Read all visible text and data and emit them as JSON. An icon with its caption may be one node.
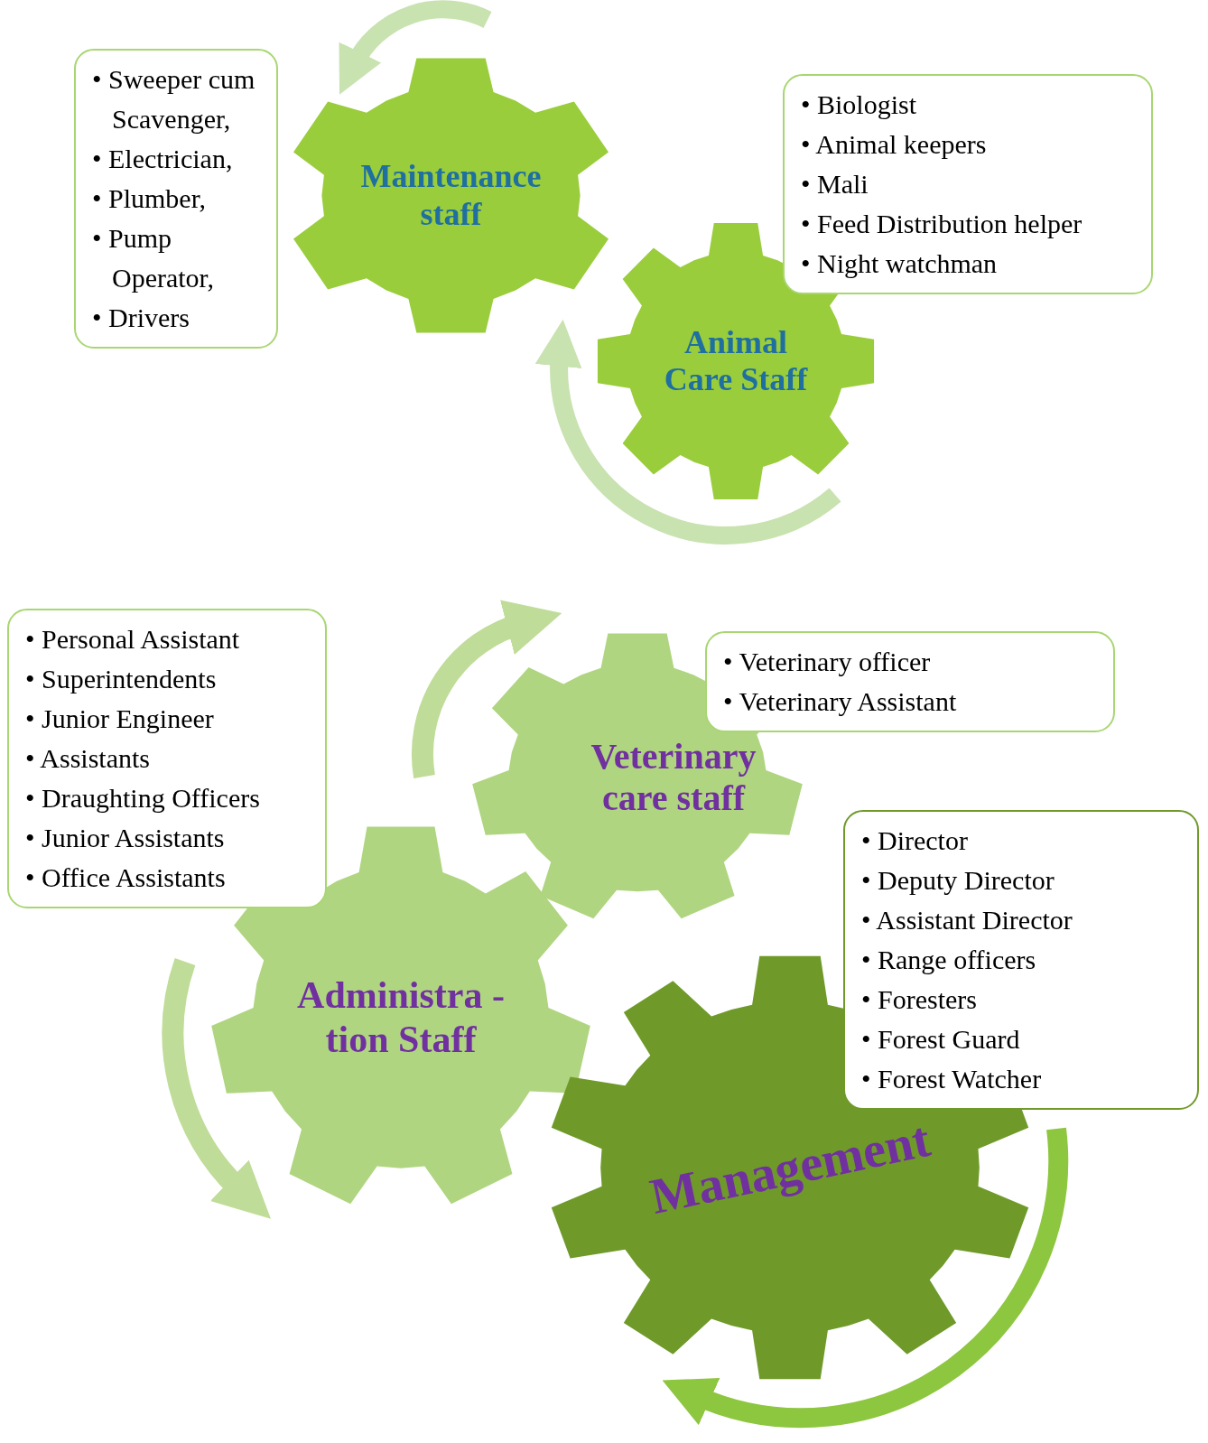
{
  "diagram": {
    "nodes": [
      {
        "text": [
          "Maintenance staff"
        ]
      },
      {
        "text": [
          "• Sweeper cum Scavenger,",
          "• Electrician,",
          "• Plumber,",
          "• Pump Operator,",
          "• Drivers"
        ]
      },
      {
        "text": [
          "Animal Care Staff"
        ]
      },
      {
        "text": [
          "• Biologist",
          "• Animal keepers",
          "• Mali",
          "• Feed Distribution helper",
          "• Night watchman"
        ]
      },
      {
        "text": [
          "Veterinary care staff"
        ]
      },
      {
        "text": [
          "• Veterinary officer",
          "• Veterinary Assistant"
        ]
      },
      {
        "text": [
          "• Personal Assistant",
          "• Superintendents",
          "• Junior Engineer",
          "• Assistants",
          "• Draughting Officers",
          "• Junior Assistants",
          "• Office Assistants"
        ]
      },
      {
        "text": [
          "Administra -tion Staff"
        ]
      },
      {
        "text": [
          "Management"
        ]
      },
      {
        "text": [
          "• Director",
          "• Deputy Director",
          "• Assistant Director",
          "• Range officers",
          "• Foresters",
          "• Forest Guard",
          "• Forest Watcher"
        ]
      }
    ]
  }
}
